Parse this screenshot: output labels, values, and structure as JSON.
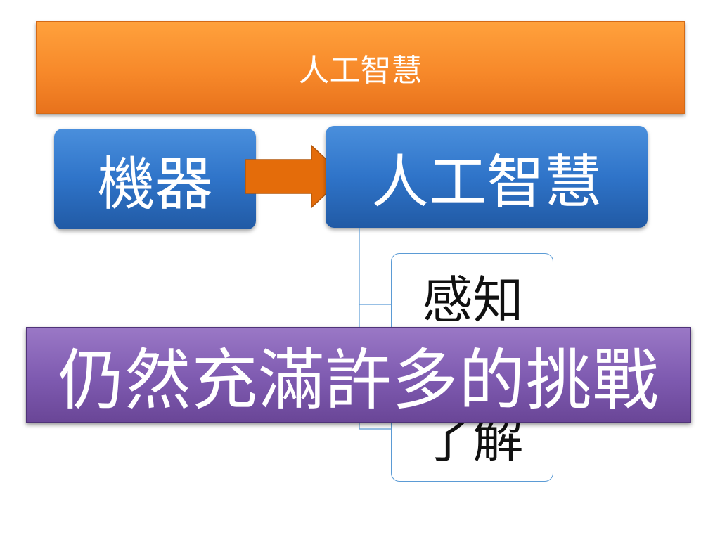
{
  "title": "人工智慧",
  "diagram": {
    "source_box": "機器",
    "target_box": "人工智慧",
    "sub_items": [
      "感知",
      "了解"
    ]
  },
  "banner": "仍然充滿許多的挑戰",
  "colors": {
    "title_bar": "#f7892a",
    "blue_box": "#2f74c9",
    "arrow": "#e46c0a",
    "banner": "#7e5ab0",
    "connector": "#5b9bd5"
  }
}
